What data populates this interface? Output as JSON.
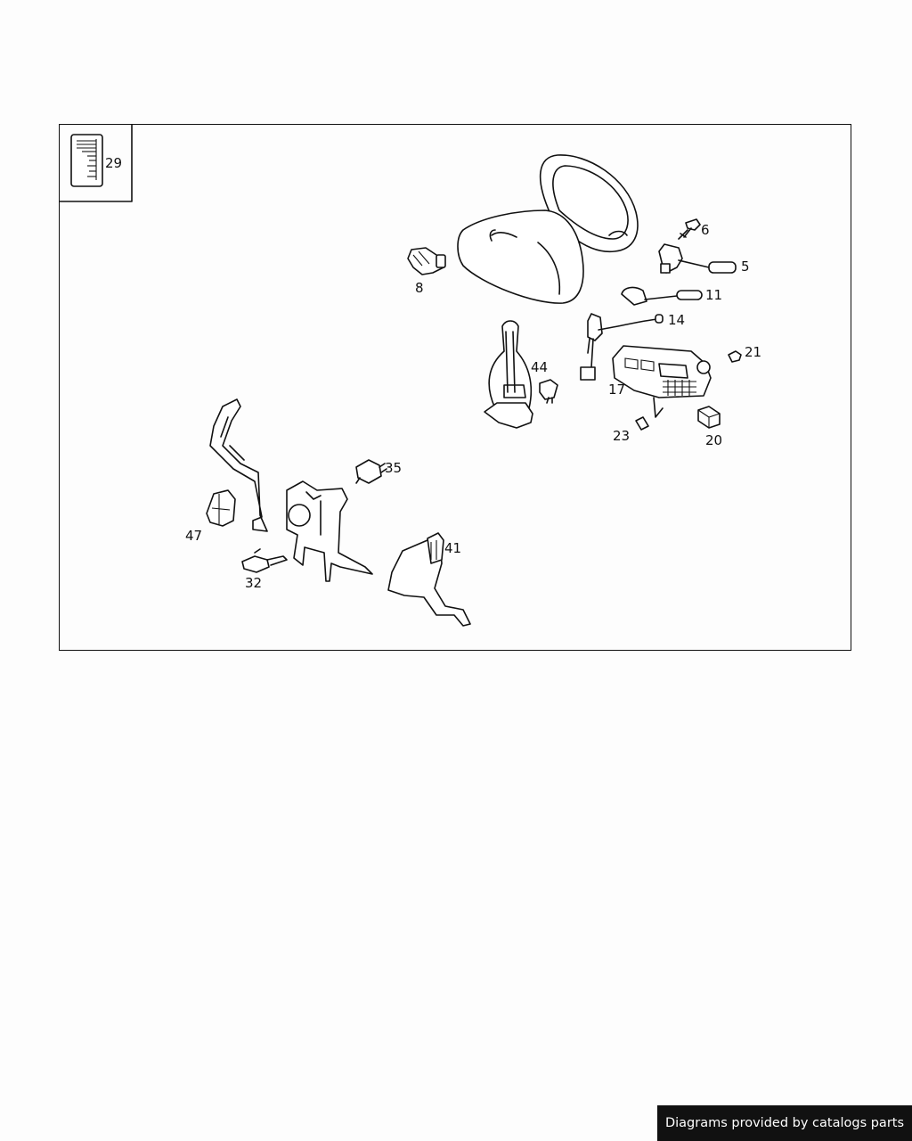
{
  "page_index_label": "29",
  "callouts": {
    "c5": "5",
    "c6": "6",
    "c8": "8",
    "c11": "11",
    "c14": "14",
    "c17": "17",
    "c20": "20",
    "c21": "21",
    "c23": "23",
    "c32": "32",
    "c35": "35",
    "c41": "41",
    "c44": "44",
    "c47": "47"
  },
  "credit": "Diagrams provided by catalogs parts"
}
